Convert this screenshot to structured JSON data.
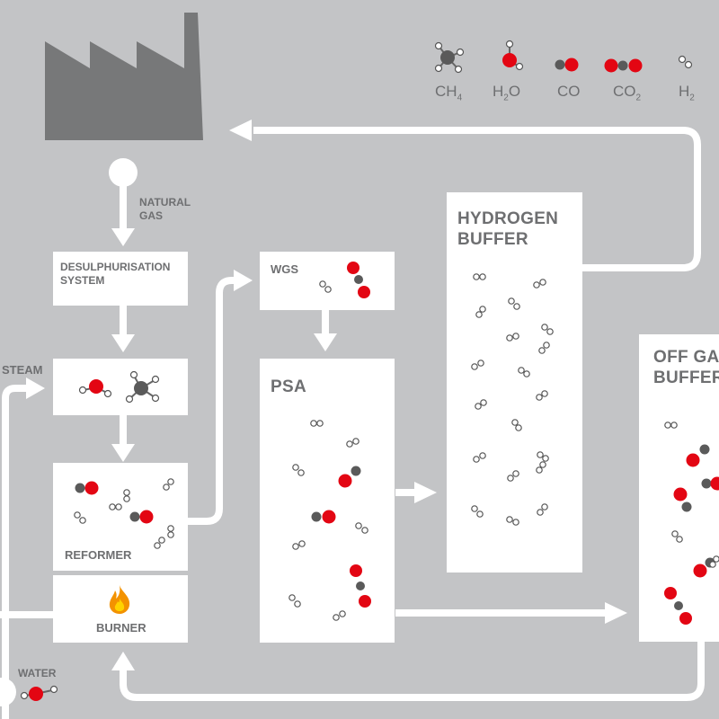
{
  "colors": {
    "background": "#c3c4c6",
    "box": "#ffffff",
    "arrow": "#ffffff",
    "text": "#6e6f71",
    "factory": "#777879",
    "oxygen": "#e30613",
    "carbon": "#5a5a5a",
    "hydrogen_stroke": "#555555",
    "flame": "#f39200"
  },
  "legend": [
    {
      "molecule": "CH4",
      "main": "CH",
      "sub": "4"
    },
    {
      "molecule": "H2O",
      "main": "H",
      "sub": "2",
      "tail": "O"
    },
    {
      "molecule": "CO",
      "main": "CO"
    },
    {
      "molecule": "CO2",
      "main": "CO",
      "sub": "2"
    },
    {
      "molecule": "H2",
      "main": "H",
      "sub": "2"
    }
  ],
  "labels": {
    "natural_gas": "NATURAL\nGAS",
    "desulphurisation": "DESULPHURISATION\nSYSTEM",
    "steam": "STEAM",
    "reformer": "REFORMER",
    "burner": "BURNER",
    "water": "WATER",
    "wgs": "WGS",
    "psa": "PSA",
    "hydrogen_buffer": "HYDROGEN\nBUFFER",
    "off_gas_buffer": "OFF GAS\nBUFFER"
  },
  "icons": {
    "factory": "factory-icon",
    "flame": "flame-icon",
    "source": "gas-source-icon"
  }
}
